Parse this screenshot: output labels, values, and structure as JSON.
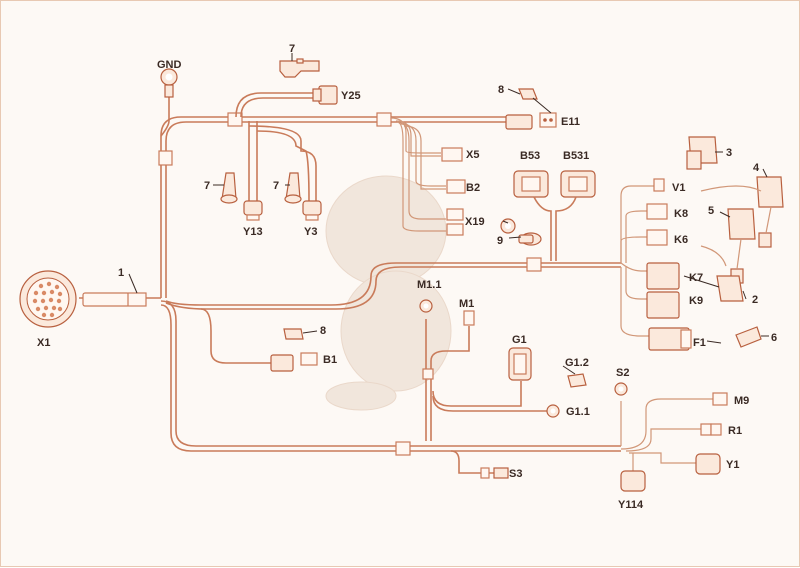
{
  "diagram": {
    "labels": {
      "X1": "X1",
      "GND": "GND",
      "n1": "1",
      "n7a": "7",
      "Y25": "Y25",
      "n8a": "8",
      "E11": "E11",
      "X5": "X5",
      "B53": "B53",
      "B531": "B531",
      "B2": "B2",
      "X19": "X19",
      "n9": "9",
      "n7b": "7",
      "n7c": "7",
      "Y13": "Y13",
      "Y3": "Y3",
      "n3": "3",
      "V1": "V1",
      "n4": "4",
      "n5": "5",
      "K8": "K8",
      "K6": "K6",
      "K7": "K7",
      "K9": "K9",
      "n2": "2",
      "F1": "F1",
      "n6": "6",
      "M11": "M1.1",
      "M1": "M1",
      "n8b": "8",
      "B1": "B1",
      "G1": "G1",
      "G12": "G1.2",
      "G11": "G1.1",
      "S2": "S2",
      "M9": "M9",
      "R1": "R1",
      "Y1": "Y1",
      "Y114": "Y114",
      "S3": "S3"
    },
    "colors": {
      "wire": "#c97b5a",
      "part": "#fbe9dc",
      "text": "#3a2a24"
    }
  }
}
